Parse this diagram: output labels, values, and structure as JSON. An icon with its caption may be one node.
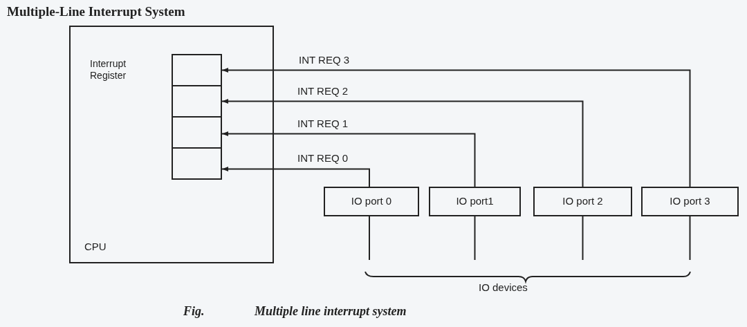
{
  "diagram": {
    "title": "Multiple-Line Interrupt System",
    "caption": "Multiple line interrupt system",
    "nodes": [
      {
        "text": [
          "CPU"
        ]
      },
      {
        "text": [],
        "shape": "box",
        "in": 0
      },
      {
        "text": [],
        "shape": "box",
        "in": 0
      },
      {
        "text": [],
        "shape": "box",
        "in": 0
      },
      {
        "text": [],
        "shape": "box",
        "in": 0
      },
      {
        "text": [
          "IO port 0"
        ]
      },
      {
        "text": [
          "IO port1"
        ]
      },
      {
        "text": [
          "IO port 2"
        ]
      },
      {
        "text": [
          "IO port 3"
        ]
      }
    ],
    "edges": [
      {
        "from": 8,
        "to": 1,
        "arrow": "to",
        "label": "INT REQ 3"
      },
      {
        "from": 7,
        "to": 2,
        "arrow": "to",
        "label": "INT REQ 2"
      },
      {
        "from": 6,
        "to": 3,
        "arrow": "to",
        "label": "INT REQ 1"
      },
      {
        "from": 5,
        "to": 4,
        "arrow": "to",
        "label": "INT REQ 0"
      },
      {
        "from": 5,
        "to": null,
        "arrow": "none"
      },
      {
        "from": 6,
        "to": null,
        "arrow": "none"
      },
      {
        "from": 7,
        "to": null,
        "arrow": "none"
      },
      {
        "from": 8,
        "to": null,
        "arrow": "none"
      }
    ],
    "labels": [
      "Interrupt Register",
      "IO devices",
      "Fig."
    ]
  }
}
